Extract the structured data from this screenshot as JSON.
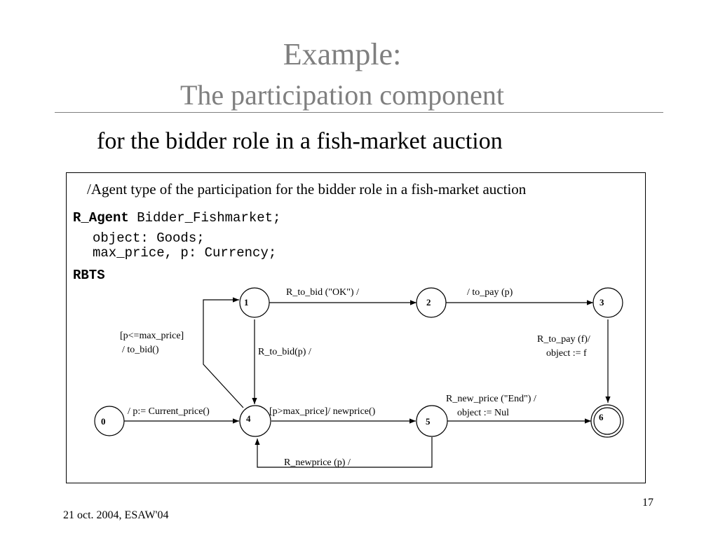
{
  "slide": {
    "title_line1": "Example:",
    "title_line2": "The participation component",
    "subtitle": "for the bidder role in a fish-market auction",
    "footer": "21 oct. 2004,  ESAW'04",
    "page_number": "17"
  },
  "box": {
    "caption": "/Agent type of the participation for the bidder role in a fish-market auction",
    "code_keyword": "R_Agent",
    "code_line1_rest": " Bidder_Fishmarket;",
    "code_line2": "object: Goods;",
    "code_line3": "max_price, p: Currency;",
    "code_line4": "RBTS"
  },
  "diagram": {
    "states": [
      {
        "id": "0",
        "label": "0",
        "final": false
      },
      {
        "id": "1",
        "label": "1",
        "final": false
      },
      {
        "id": "2",
        "label": "2",
        "final": false
      },
      {
        "id": "3",
        "label": "3",
        "final": false
      },
      {
        "id": "4",
        "label": "4",
        "final": false
      },
      {
        "id": "5",
        "label": "5",
        "final": false
      },
      {
        "id": "6",
        "label": "6",
        "final": true
      }
    ],
    "transitions": [
      {
        "from": "0",
        "to": "4",
        "label": "/ p:= Current_price()"
      },
      {
        "from": "4",
        "to": "1",
        "label_line1": "[p<=max_price]",
        "label_line2": "/ to_bid()"
      },
      {
        "from": "1",
        "to": "2",
        "label": "R_to_bid (\"OK\") /"
      },
      {
        "from": "2",
        "to": "3",
        "label": "/ to_pay (p)"
      },
      {
        "from": "1",
        "to": "4",
        "label": "R_to_bid(p) /"
      },
      {
        "from": "3",
        "to": "6",
        "label_line1": "R_to_pay (f)/",
        "label_line2": "object := f"
      },
      {
        "from": "4",
        "to": "5",
        "label": "[p>max_price]/ newprice()"
      },
      {
        "from": "5",
        "to": "6",
        "label_line1": "R_new_price (\"End\") /",
        "label_line2": "object := Nul"
      },
      {
        "from": "5",
        "to": "4",
        "label": "R_newprice (p) /"
      }
    ]
  }
}
